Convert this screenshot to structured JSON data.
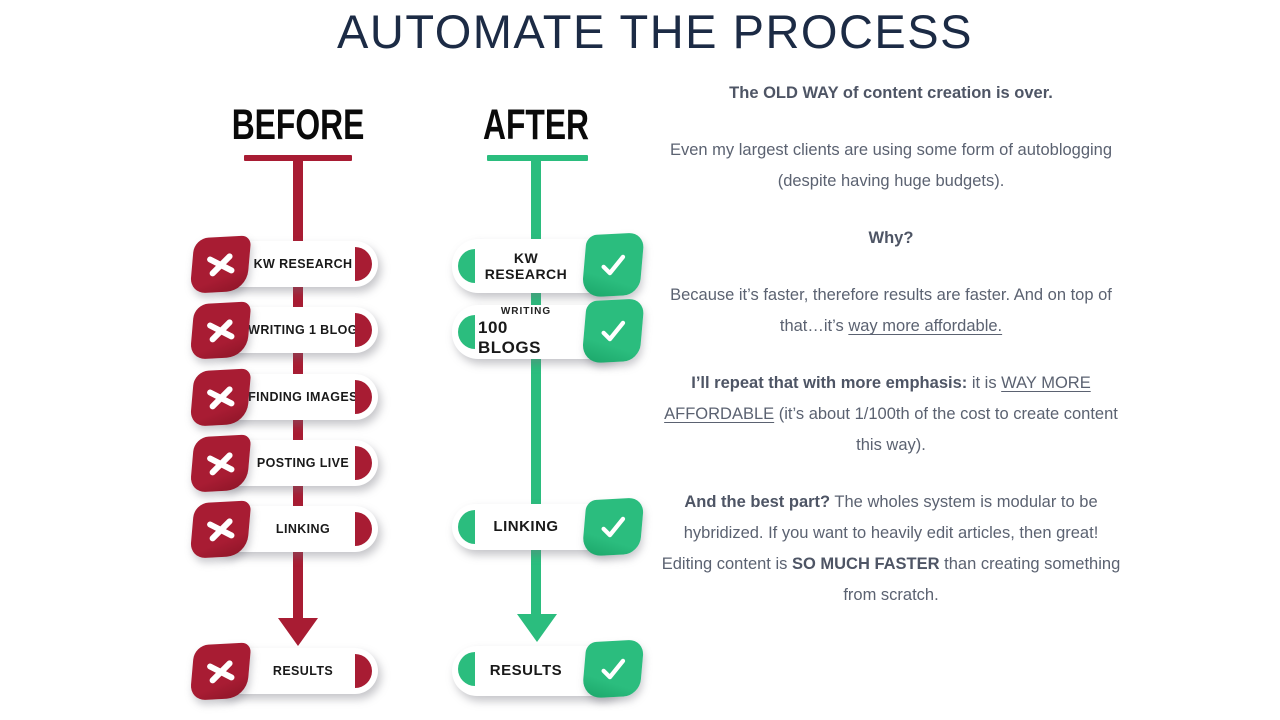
{
  "title": "AUTOMATE THE PROCESS",
  "colors": {
    "crimson": "#a81c33",
    "crimson-dark": "#8c1527",
    "green": "#2bbd7e",
    "green-dark": "#1aa468",
    "navy": "#1c2b45",
    "body-text": "#5b6271",
    "pill-text": "#191919"
  },
  "before": {
    "heading": "BEFORE",
    "items": [
      {
        "label": "KW RESEARCH"
      },
      {
        "label": "WRITING 1 BLOG"
      },
      {
        "label": "FINDING IMAGES"
      },
      {
        "label": "POSTING LIVE"
      },
      {
        "label": "LINKING"
      },
      {
        "label": "RESULTS"
      }
    ]
  },
  "after": {
    "heading": "AFTER",
    "items": [
      {
        "line1": "KW",
        "line2": "RESEARCH"
      },
      {
        "line1": "WRITING",
        "line2": "100 BLOGS"
      },
      {
        "label": "LINKING"
      },
      {
        "label": "RESULTS"
      }
    ]
  },
  "copy": {
    "p1": "The OLD WAY of content creation is over.",
    "p2": "Even my largest clients are using some form of autoblogging (despite having huge budgets).",
    "p3": "Why?",
    "p4_1": "Because it’s faster, therefore results are faster. And on top of that…it’s ",
    "p4_link": "way more affordable.",
    "p5_bold": "I’ll repeat that with more emphasis:",
    "p5_2": " it is ",
    "p5_link": "WAY MORE AFFORDABLE",
    "p5_3": " (it’s about 1/100th of the cost to create content this way).",
    "p6_bold": "And the best part?",
    "p6_2": " The wholes system is modular to be hybridized. If you want to heavily edit articles, then great! Editing content is ",
    "p6_bold2": "SO MUCH FASTER",
    "p6_3": " than creating something from scratch."
  }
}
